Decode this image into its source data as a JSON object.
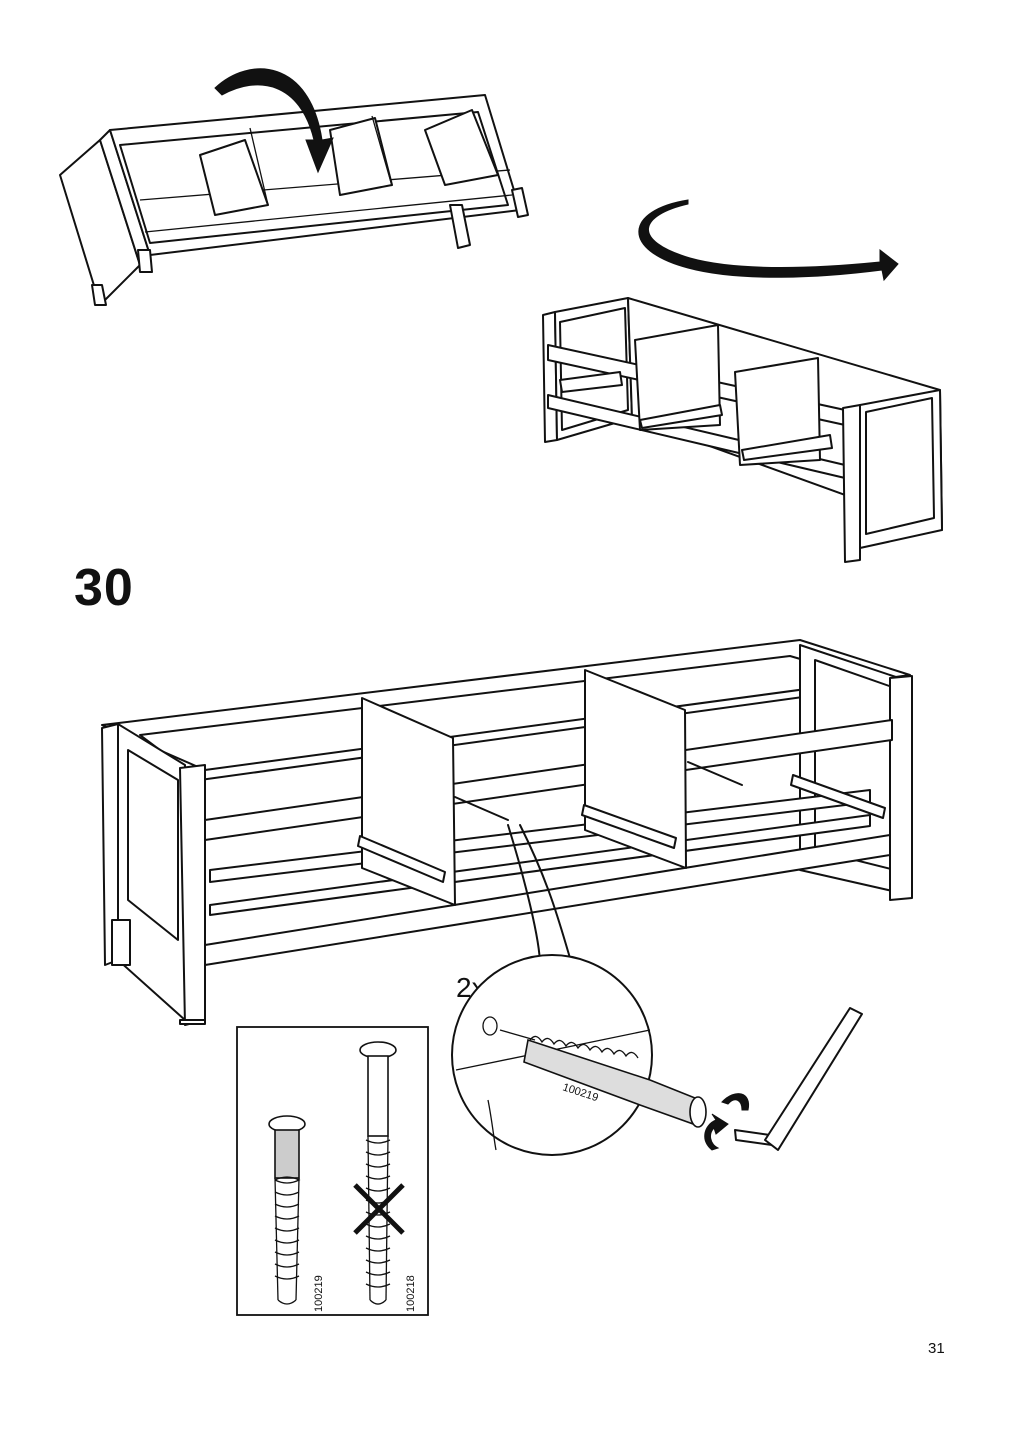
{
  "step": {
    "number": "30"
  },
  "fastener": {
    "quantity": "2x",
    "article": "100219"
  },
  "comparison": {
    "correct_article": "100219",
    "wrong_article": "100218"
  },
  "page": {
    "number": "31"
  },
  "icons": [
    "rotate-arrow-icon",
    "rotate-arrow-icon",
    "screwing-direction-icon",
    "do-not-use-cross-icon"
  ]
}
